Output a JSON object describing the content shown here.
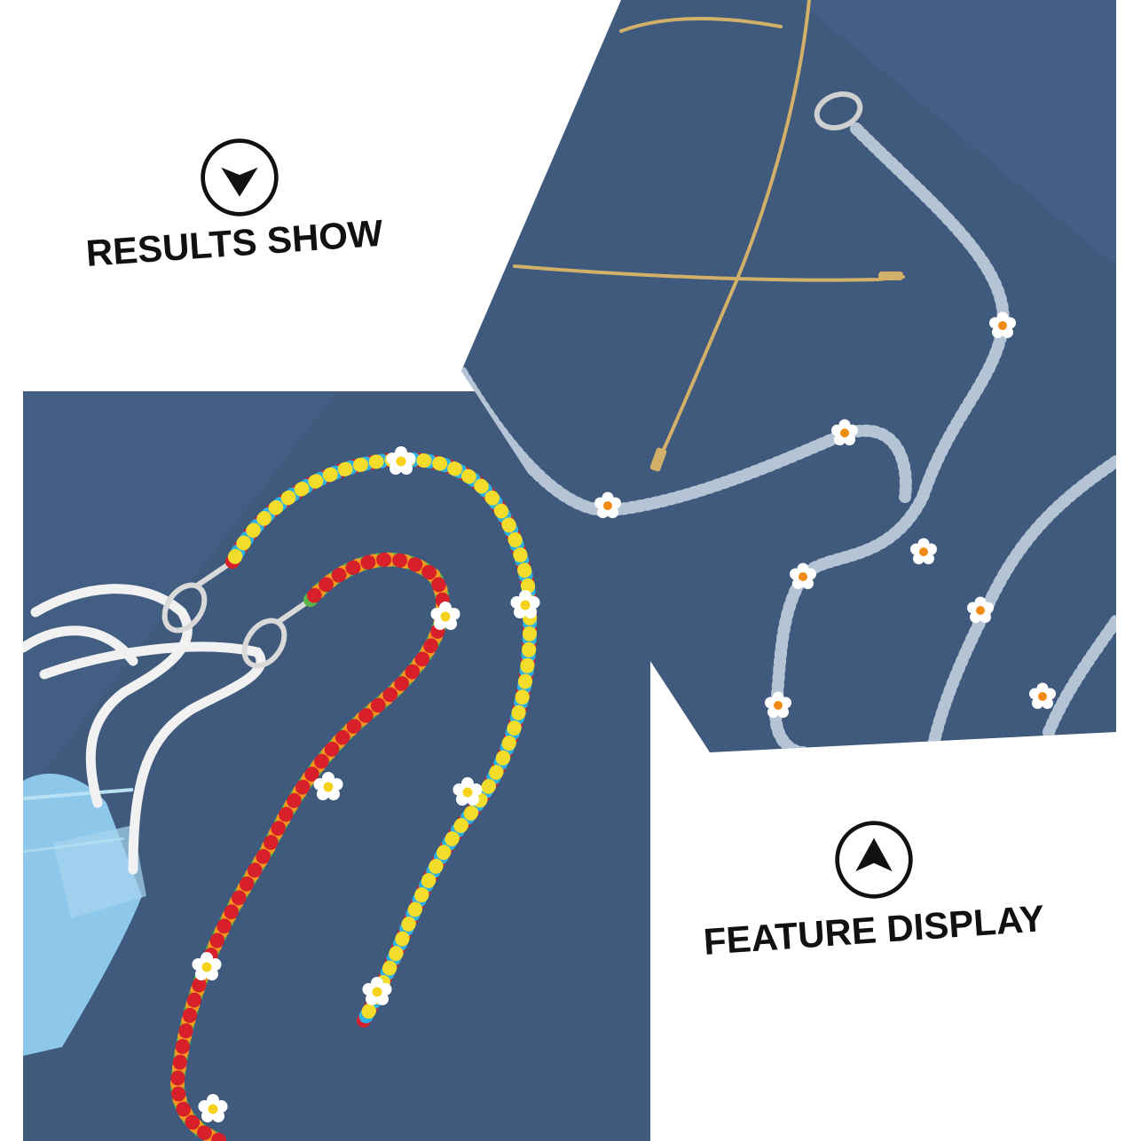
{
  "headings": {
    "results_show": "RESULTS SHOW",
    "feature_display": "FEATURE DISPLAY"
  },
  "icons": {
    "results": "chevron-down-circle-icon",
    "feature": "chevron-up-circle-icon"
  },
  "photos": {
    "left": "rainbow daisy bead mask chain",
    "right": "clear bead daisy glasses chain"
  },
  "colors": {
    "background": "#ffffff",
    "photo_backdrop": "#3f5a7c",
    "heading_text": "#111111",
    "daisy_petal": "#ffffff",
    "daisy_center_left": "#f5d21b",
    "daisy_center_right": "#f08a12",
    "bead_red": "#d8202a",
    "bead_orange": "#f29a1e",
    "bead_yellow": "#f3dc2a",
    "bead_green": "#58b547",
    "bead_blue": "#2cb1e6",
    "clear_bead": "#c9d7e4",
    "gold_frame": "#d3b06a",
    "mask_blue": "#8dc7ea"
  }
}
